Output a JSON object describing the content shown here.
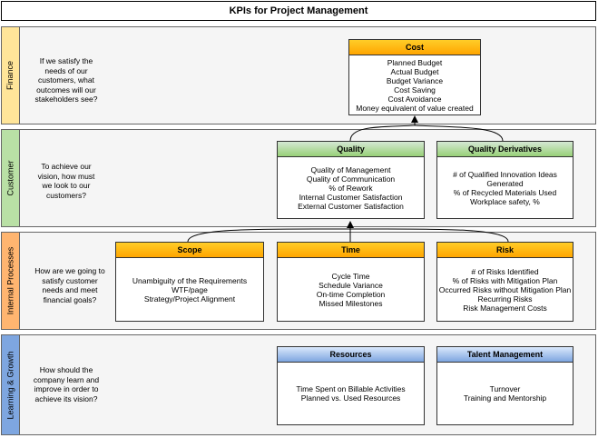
{
  "title": "KPIs for Project Management",
  "rows": [
    {
      "id": "finance",
      "tab": "Finance",
      "tab_color": "#ffe599",
      "question": "If we satisfy the needs of our customers, what outcomes will our stakeholders see?",
      "cards": [
        {
          "title": "Cost",
          "header": "orange",
          "items": [
            "Planned Budget",
            "Actual Budget",
            "Budget Variance",
            "Cost Saving",
            "Cost Avoidance",
            "Money equivalent of value created"
          ]
        }
      ]
    },
    {
      "id": "customer",
      "tab": "Customer",
      "tab_color": "#b9e0a5",
      "question": "To achieve our vision, how must we look to our customers?",
      "cards": [
        {
          "title": "Quality",
          "header": "green",
          "items": [
            "Quality of Management",
            "Quality of Communication",
            "% of Rework",
            "Internal Customer Satisfaction",
            "External Customer Satisfaction"
          ]
        },
        {
          "title": "Quality Derivatives",
          "header": "green",
          "items": [
            "# of Qualified Innovation Ideas Generated",
            "% of Recycled Materials Used",
            "Workplace safety, %"
          ]
        }
      ]
    },
    {
      "id": "internal",
      "tab": "Internal Processes",
      "tab_color": "#ffb570",
      "question": "How are we going to satisfy customer needs and meet financial goals?",
      "cards": [
        {
          "title": "Scope",
          "header": "orange",
          "items": [
            "Unambiguity of the Requirements",
            "WTF/page",
            "Strategy/Project Alignment"
          ]
        },
        {
          "title": "Time",
          "header": "orange",
          "items": [
            "Cycle Time",
            "Schedule Variance",
            "On-time Completion",
            "Missed Milestones"
          ]
        },
        {
          "title": "Risk",
          "header": "orange",
          "items": [
            "# of Risks Identified",
            "% of Risks with Mitigation Plan",
            "Occurred Risks without Mitigation Plan",
            "Recurring Risks",
            "Risk Management Costs"
          ]
        }
      ]
    },
    {
      "id": "learning",
      "tab": "Learning & Growth",
      "tab_color": "#7ea6e0",
      "question": "How should the company learn and improve in order to achieve its vision?",
      "cards": [
        {
          "title": "Resources",
          "header": "blue",
          "items": [
            "Time Spent on Billable Activities",
            "Planned vs. Used Resources"
          ]
        },
        {
          "title": "Talent Management",
          "header": "blue",
          "items": [
            "Turnover",
            "Training and Mentorship"
          ]
        }
      ]
    }
  ]
}
